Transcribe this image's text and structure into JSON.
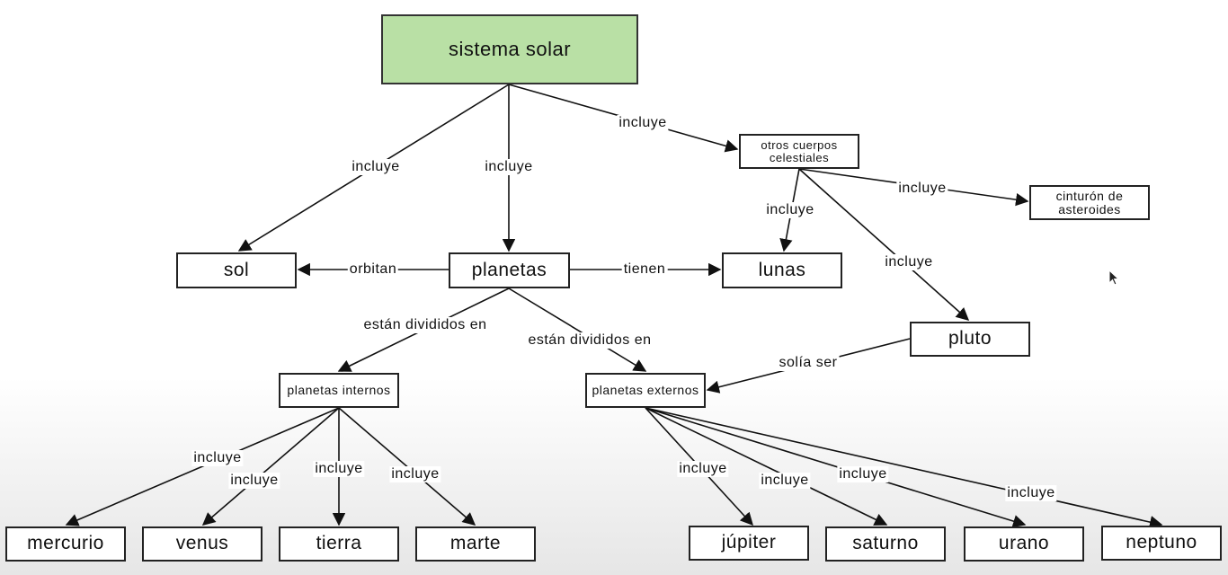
{
  "nodes": {
    "sistema_solar": "sistema solar",
    "otros_cuerpos": "otros cuerpos celestiales",
    "cinturon": "cinturón de asteroides",
    "sol": "sol",
    "planetas": "planetas",
    "lunas": "lunas",
    "pluto": "pluto",
    "planetas_internos": "planetas internos",
    "planetas_externos": "planetas externos",
    "mercurio": "mercurio",
    "venus": "venus",
    "tierra": "tierra",
    "marte": "marte",
    "jupiter": "júpiter",
    "saturno": "saturno",
    "urano": "urano",
    "neptuno": "neptuno"
  },
  "links": {
    "ss_sol": "incluye",
    "ss_planetas": "incluye",
    "ss_otros": "incluye",
    "otros_cinturon": "incluye",
    "otros_lunas": "incluye",
    "otros_pluto": "incluye",
    "planetas_sol": "orbitan",
    "planetas_lunas": "tienen",
    "planetas_internos": "están divididos en",
    "planetas_externos": "están divididos en",
    "pluto_externos": "solía ser",
    "int_mercurio": "incluye",
    "int_venus": "incluye",
    "int_tierra": "incluye",
    "int_marte": "incluye",
    "ext_jupiter": "incluye",
    "ext_saturno": "incluye",
    "ext_urano": "incluye",
    "ext_neptuno": "incluye"
  },
  "colors": {
    "root_fill": "#b9e0a5",
    "line": "#111111"
  }
}
